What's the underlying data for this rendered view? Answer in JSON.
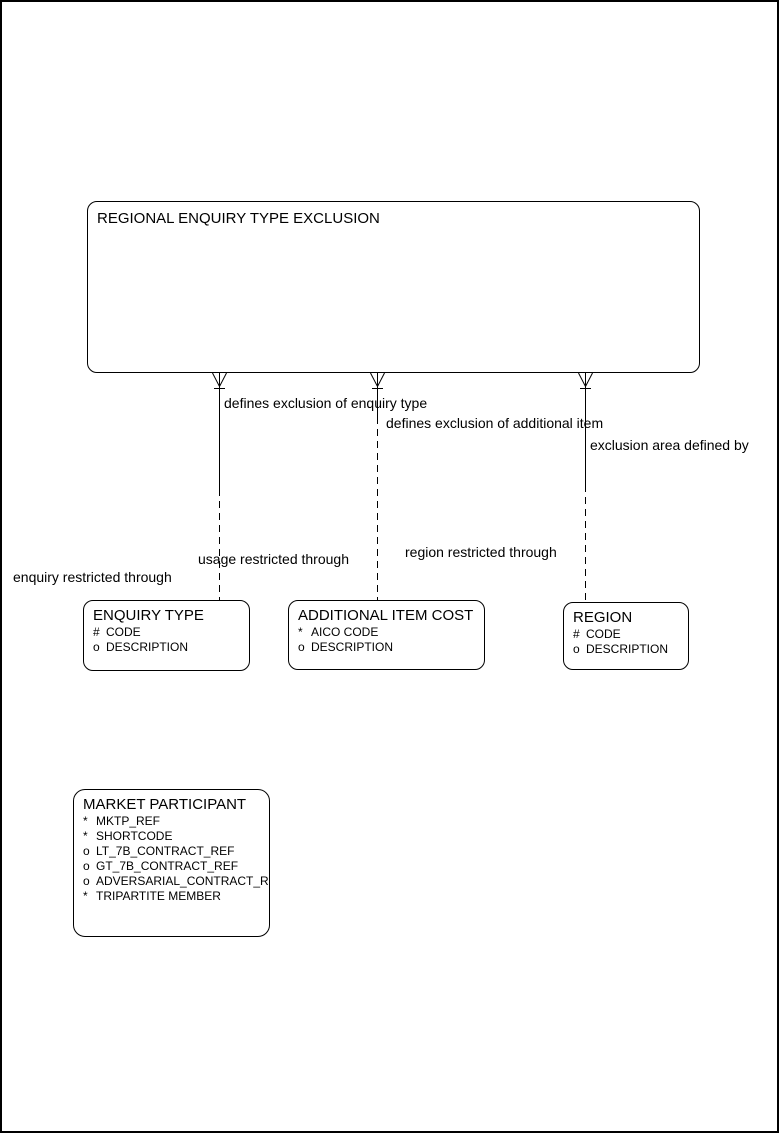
{
  "diagram": {
    "colors": {
      "background": "#ffffff",
      "line": "#000000",
      "text": "#000000"
    },
    "parent_entity": {
      "title": "REGIONAL ENQUIRY TYPE EXCLUSION"
    },
    "relationships": [
      {
        "id": "enquiry-type",
        "parent_label": "defines exclusion of enquiry type",
        "child_label": "enquiry restricted through"
      },
      {
        "id": "additional-item-cost",
        "parent_label": "defines exclusion of additional item",
        "child_label": "usage restricted through"
      },
      {
        "id": "region",
        "parent_label": "exclusion area defined by",
        "child_label": "region restricted through"
      }
    ],
    "entities": [
      {
        "title": "ENQUIRY TYPE",
        "attributes": [
          {
            "marker": "#",
            "name": "CODE"
          },
          {
            "marker": "o",
            "name": "DESCRIPTION"
          }
        ]
      },
      {
        "title": "ADDITIONAL ITEM COST",
        "attributes": [
          {
            "marker": "*",
            "name": "AICO CODE"
          },
          {
            "marker": "o",
            "name": "DESCRIPTION"
          }
        ]
      },
      {
        "title": "REGION",
        "attributes": [
          {
            "marker": "#",
            "name": "CODE"
          },
          {
            "marker": "o",
            "name": "DESCRIPTION"
          }
        ]
      },
      {
        "title": "MARKET PARTICIPANT",
        "attributes": [
          {
            "marker": "*",
            "name": "MKTP_REF"
          },
          {
            "marker": "*",
            "name": "SHORTCODE"
          },
          {
            "marker": "o",
            "name": "LT_7B_CONTRACT_REF"
          },
          {
            "marker": "o",
            "name": "GT_7B_CONTRACT_REF"
          },
          {
            "marker": "o",
            "name": "ADVERSARIAL_CONTRACT_REF"
          },
          {
            "marker": "*",
            "name": "TRIPARTITE MEMBER"
          }
        ]
      }
    ]
  }
}
